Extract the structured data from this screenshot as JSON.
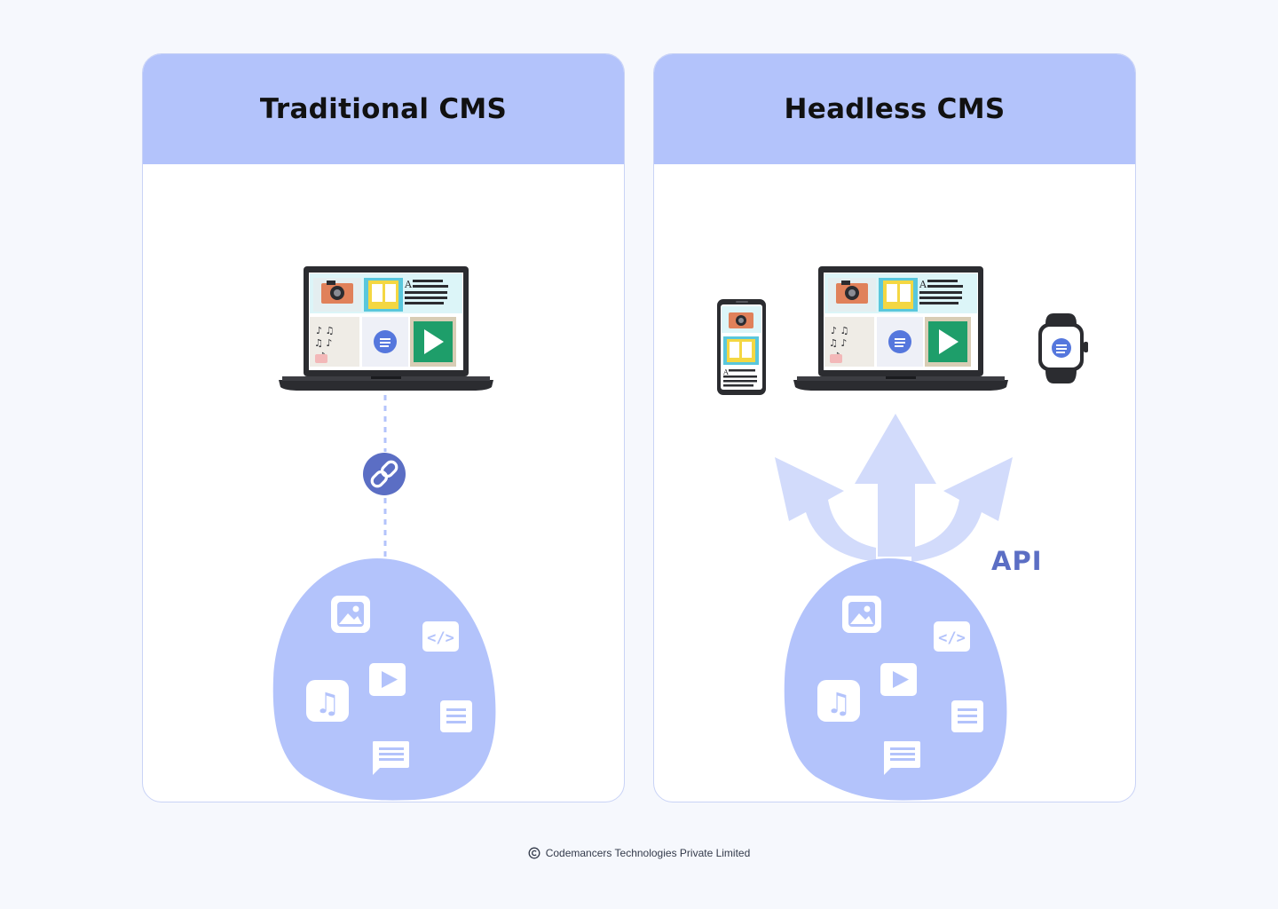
{
  "panels": {
    "left": {
      "title": "Traditional CMS"
    },
    "right": {
      "title": "Headless CMS",
      "api_label": "API"
    }
  },
  "footer": {
    "text": "Codemancers Technologies Private Limited",
    "icon": "copyright-icon"
  },
  "icons": [
    "laptop-icon",
    "phone-icon",
    "smartwatch-icon",
    "link-icon",
    "image-icon",
    "code-icon",
    "play-icon",
    "music-icon",
    "document-icon",
    "chat-icon",
    "camera-icon",
    "branching-arrows-icon"
  ],
  "colors": {
    "header": "#b3c3fb",
    "blob": "#b3c3fb",
    "arrows": "#d2dbfb",
    "link_circle": "#5b6ec4",
    "accent_text": "#5b6ec4",
    "device": "#2b2c30"
  }
}
